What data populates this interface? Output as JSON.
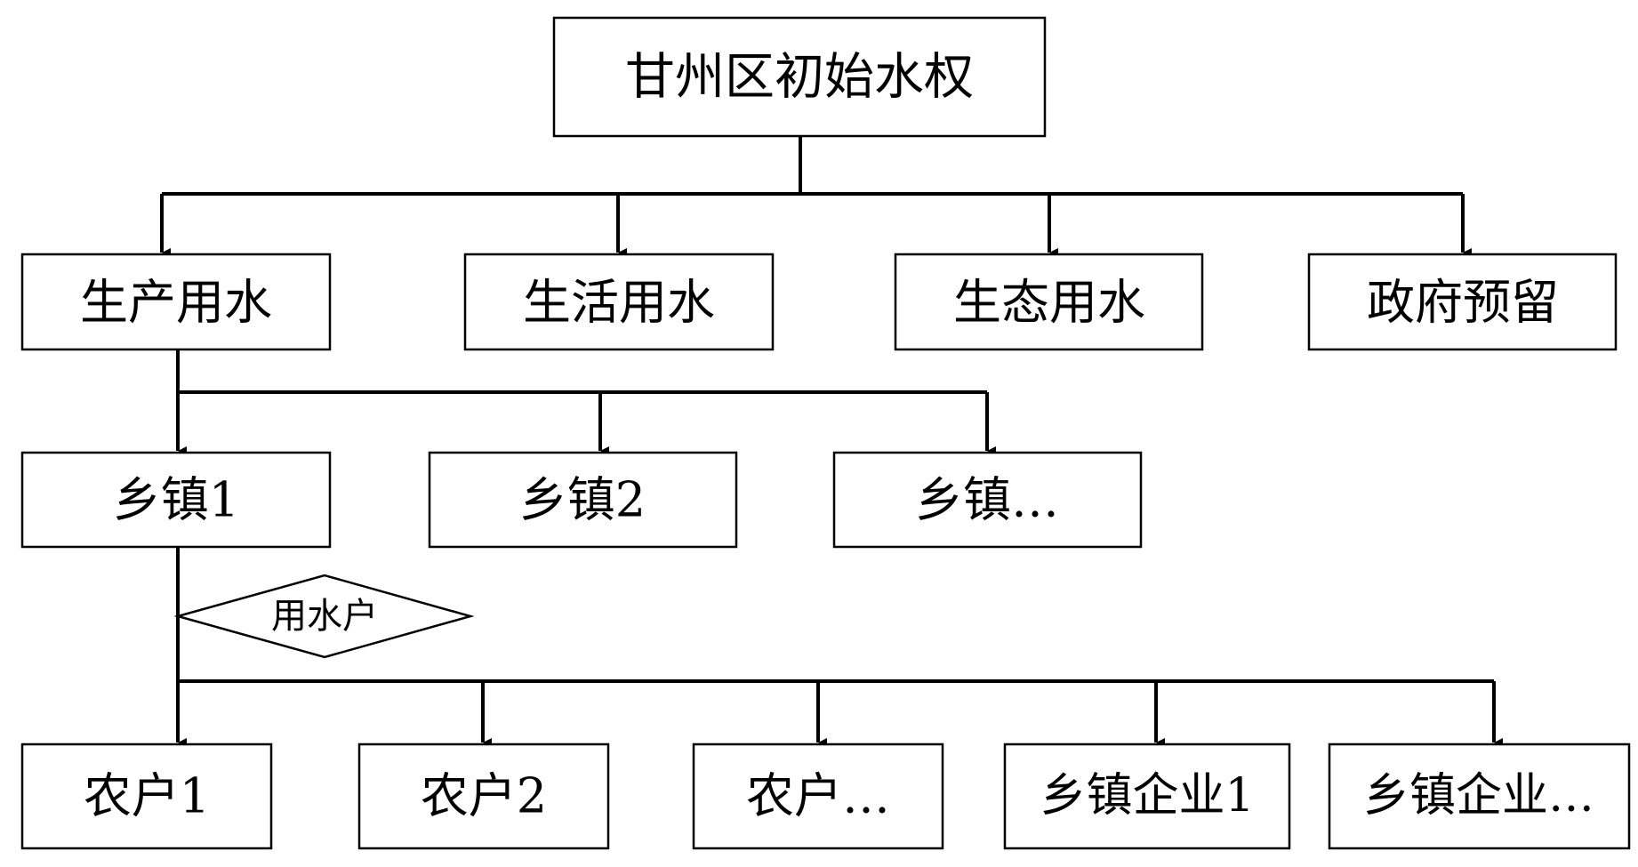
{
  "root": {
    "label": "甘州区初始水权"
  },
  "categories": [
    {
      "label": "生产用水"
    },
    {
      "label": "生活用水"
    },
    {
      "label": "生态用水"
    },
    {
      "label": "政府预留"
    }
  ],
  "townships": [
    {
      "label": "乡镇1"
    },
    {
      "label": "乡镇2"
    },
    {
      "label": "乡镇…"
    }
  ],
  "decision": {
    "label": "用水户"
  },
  "users": [
    {
      "label": "农户1"
    },
    {
      "label": "农户2"
    },
    {
      "label": "农户…"
    },
    {
      "label": "乡镇企业1"
    },
    {
      "label": "乡镇企业…"
    }
  ]
}
